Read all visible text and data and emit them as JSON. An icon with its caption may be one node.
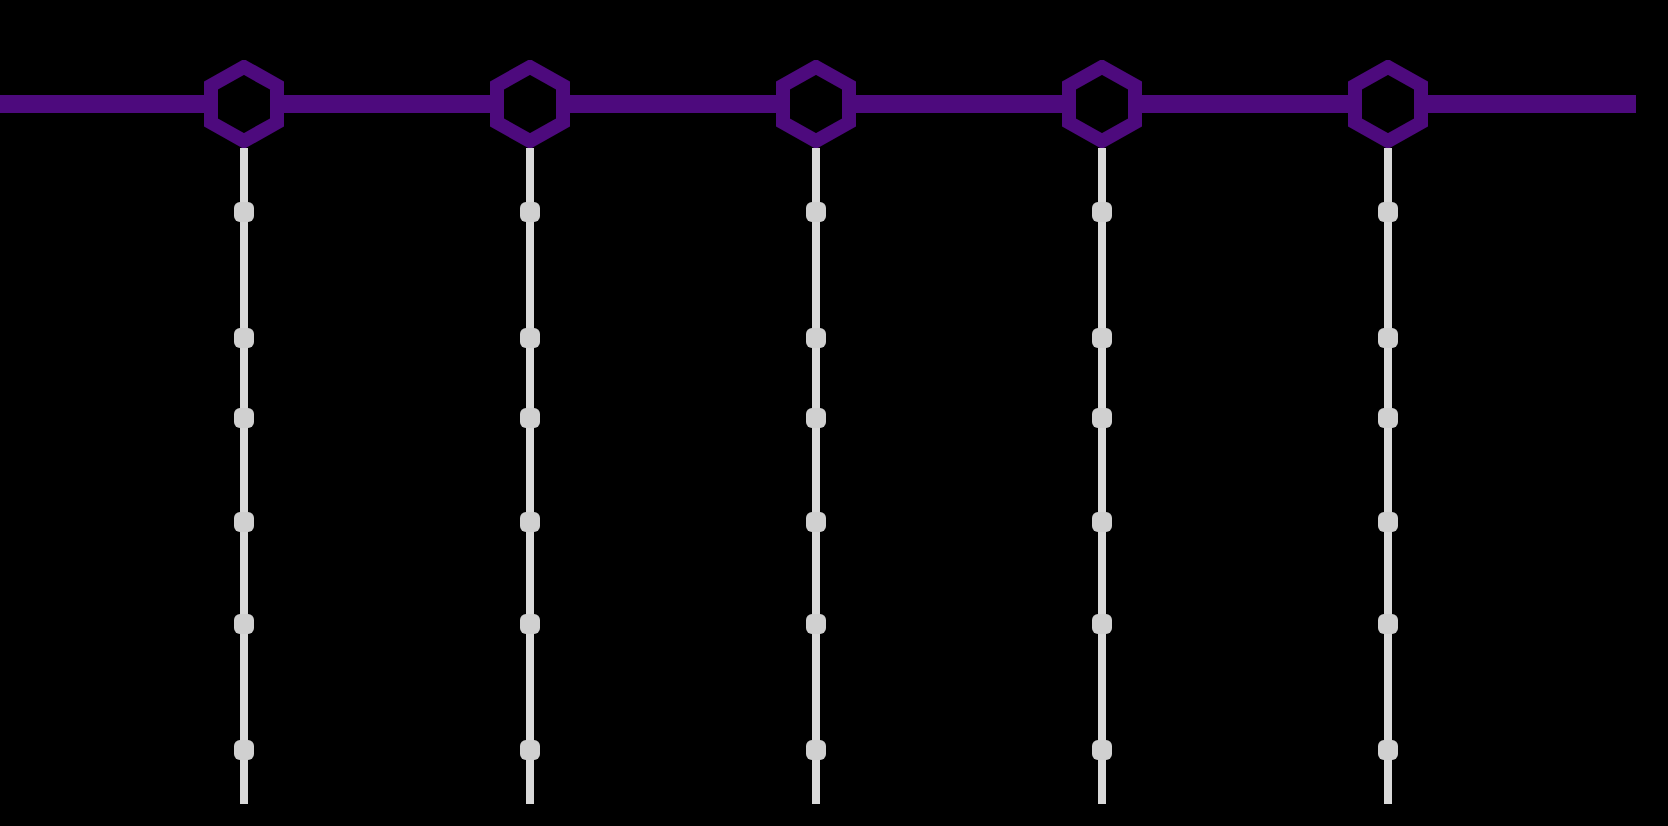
{
  "diagram": {
    "nodes": [
      {
        "text": [],
        "shape": "hexagon"
      },
      {
        "text": [],
        "shape": "hexagon"
      },
      {
        "text": [],
        "shape": "hexagon"
      },
      {
        "text": [],
        "shape": "hexagon"
      },
      {
        "text": [],
        "shape": "hexagon"
      }
    ],
    "edges": [
      {
        "from": null,
        "to": 0,
        "arrow": "none"
      },
      {
        "from": 0,
        "to": 1,
        "arrow": "none"
      },
      {
        "from": 1,
        "to": 2,
        "arrow": "none"
      },
      {
        "from": 2,
        "to": 3,
        "arrow": "none"
      },
      {
        "from": 3,
        "to": 4,
        "arrow": "none"
      },
      {
        "from": 4,
        "to": null,
        "arrow": "none"
      },
      {
        "from": 0,
        "to": null,
        "arrow": "none",
        "color": "#d9d9d9"
      },
      {
        "from": 1,
        "to": null,
        "arrow": "none",
        "color": "#d9d9d9"
      },
      {
        "from": 2,
        "to": null,
        "arrow": "none",
        "color": "#d9d9d9"
      },
      {
        "from": 3,
        "to": null,
        "arrow": "none",
        "color": "#d9d9d9"
      },
      {
        "from": 4,
        "to": null,
        "arrow": "none",
        "color": "#d9d9d9"
      }
    ]
  }
}
